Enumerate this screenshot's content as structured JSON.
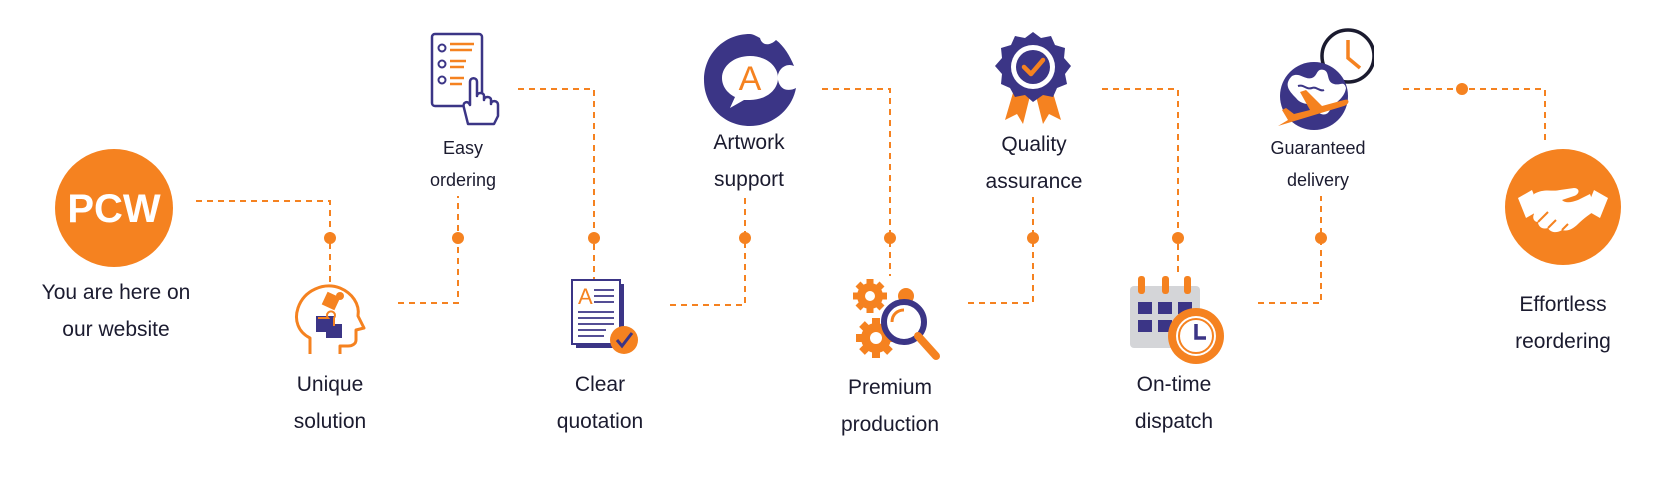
{
  "colors": {
    "orange": "#f58220",
    "navy": "#3b3586",
    "dark": "#1b1b2f",
    "grey": "#d4d5d8",
    "white": "#ffffff"
  },
  "steps": [
    {
      "id": "start",
      "icon": "pcw-logo-icon",
      "logo_text": "PCW",
      "line1": "You are here on",
      "line2": "our website"
    },
    {
      "id": "unique",
      "icon": "head-puzzle-icon",
      "line1": "Unique",
      "line2": "solution"
    },
    {
      "id": "ordering",
      "icon": "checklist-hand-icon",
      "line1": "Easy",
      "line2": "ordering"
    },
    {
      "id": "quotation",
      "icon": "document-check-icon",
      "line1": "Clear",
      "line2": "quotation"
    },
    {
      "id": "artwork",
      "icon": "artwork-chat-icon",
      "glyph": "A",
      "line1": "Artwork",
      "line2": "support"
    },
    {
      "id": "production",
      "icon": "gears-magnifier-icon",
      "line1": "Premium",
      "line2": "production"
    },
    {
      "id": "quality",
      "icon": "quality-badge-icon",
      "line1": "Quality",
      "line2": "assurance"
    },
    {
      "id": "dispatch",
      "icon": "calendar-clock-icon",
      "line1": "On-time",
      "line2": "dispatch"
    },
    {
      "id": "delivery",
      "icon": "globe-plane-clock-icon",
      "line1": "Guaranteed",
      "line2": "delivery"
    },
    {
      "id": "reorder",
      "icon": "handshake-icon",
      "line1": "Effortless",
      "line2": "reordering"
    }
  ]
}
